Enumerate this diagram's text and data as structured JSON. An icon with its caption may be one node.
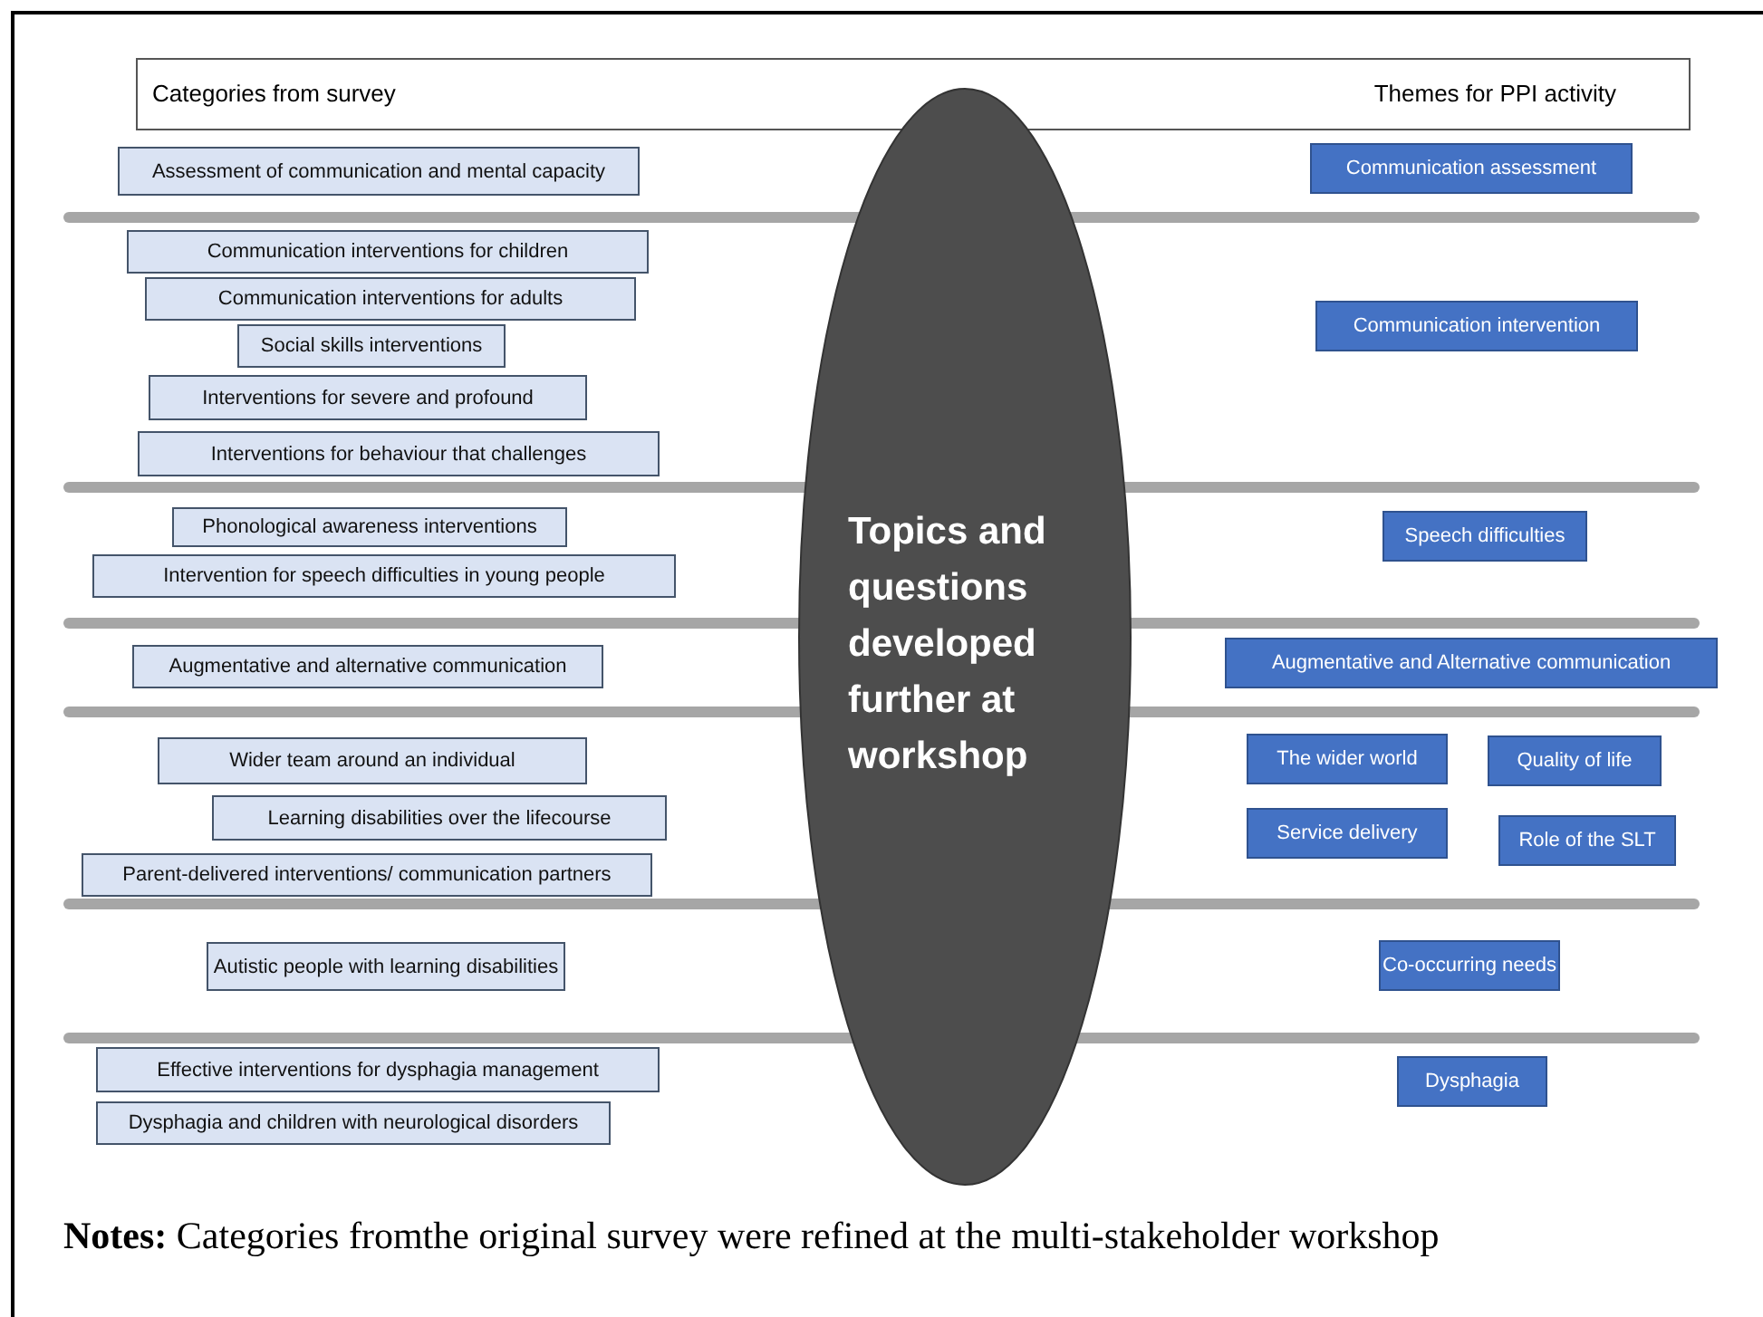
{
  "diagram": {
    "nodes": [
      {
        "text": [
          "Categories from survey",
          "Themes for PPI activity"
        ]
      },
      {
        "text": [
          "Assessment of communication and mental capacity"
        ]
      },
      {
        "text": [
          "Communication assessment"
        ]
      },
      {
        "text": [
          "Communication interventions for children"
        ]
      },
      {
        "text": [
          "Communication interventions for adults"
        ]
      },
      {
        "text": [
          "Social skills interventions"
        ]
      },
      {
        "text": [
          "Interventions for severe and profound"
        ]
      },
      {
        "text": [
          "Interventions for behaviour that challenges"
        ]
      },
      {
        "text": [
          "Communication intervention"
        ]
      },
      {
        "text": [
          "Phonological awareness interventions"
        ]
      },
      {
        "text": [
          "Intervention for speech difficulties in young people"
        ]
      },
      {
        "text": [
          "Speech difficulties"
        ]
      },
      {
        "text": [
          "Augmentative and alternative communication"
        ]
      },
      {
        "text": [
          "Augmentative and Alternative communication"
        ]
      },
      {
        "text": [
          "Wider team around an individual"
        ]
      },
      {
        "text": [
          "Learning disabilities over the lifecourse"
        ]
      },
      {
        "text": [
          "Parent-delivered interventions/ communication partners"
        ]
      },
      {
        "text": [
          "The wider world"
        ]
      },
      {
        "text": [
          "Quality of life"
        ]
      },
      {
        "text": [
          "Service delivery"
        ]
      },
      {
        "text": [
          "Role of the SLT"
        ]
      },
      {
        "text": [
          "Autistic people with learning disabilities"
        ]
      },
      {
        "text": [
          "Co-occurring needs"
        ]
      },
      {
        "text": [
          "Effective interventions for dysphagia management"
        ]
      },
      {
        "text": [
          "Dysphagia and children with neurological disorders"
        ]
      },
      {
        "text": [
          "Dysphagia"
        ]
      },
      {
        "text": [
          "Topics and questions developed further at workshop"
        ]
      }
    ],
    "edges": [],
    "labels": [
      "**Notes:** Categories fromthe original survey were refined at the multi-stakeholder workshop"
    ]
  }
}
